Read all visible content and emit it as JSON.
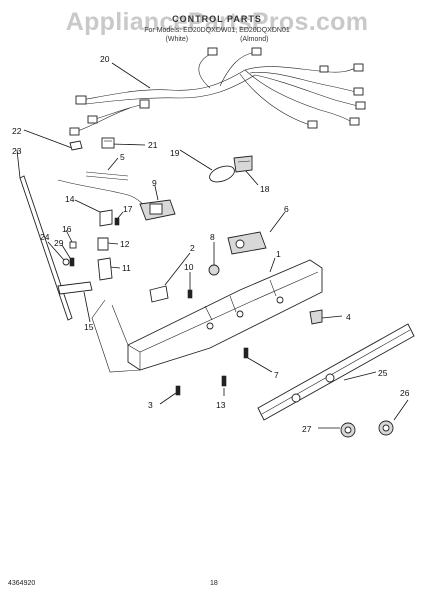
{
  "watermark": "AppliancePartsPros.com",
  "header": {
    "title": "CONTROL PARTS",
    "models": "For Models: ED20DQXDW01, ED20DQXDN01",
    "variant_left": "(White)",
    "variant_right": "(Almond)"
  },
  "callouts": [
    {
      "id": "c20",
      "label": "20"
    },
    {
      "id": "c22",
      "label": "22"
    },
    {
      "id": "c21",
      "label": "21"
    },
    {
      "id": "c23",
      "label": "23"
    },
    {
      "id": "c5",
      "label": "5"
    },
    {
      "id": "c19",
      "label": "19"
    },
    {
      "id": "c18",
      "label": "18"
    },
    {
      "id": "c9",
      "label": "9"
    },
    {
      "id": "c14",
      "label": "14"
    },
    {
      "id": "c17",
      "label": "17"
    },
    {
      "id": "c6",
      "label": "6"
    },
    {
      "id": "c24",
      "label": "24"
    },
    {
      "id": "c29",
      "label": "29"
    },
    {
      "id": "c16",
      "label": "16"
    },
    {
      "id": "c12",
      "label": "12"
    },
    {
      "id": "c8",
      "label": "8"
    },
    {
      "id": "c1",
      "label": "1"
    },
    {
      "id": "c2",
      "label": "2"
    },
    {
      "id": "c10",
      "label": "10"
    },
    {
      "id": "c11",
      "label": "11"
    },
    {
      "id": "c15",
      "label": "15"
    },
    {
      "id": "c4",
      "label": "4"
    },
    {
      "id": "c7",
      "label": "7"
    },
    {
      "id": "c25",
      "label": "25"
    },
    {
      "id": "c3",
      "label": "3"
    },
    {
      "id": "c13",
      "label": "13"
    },
    {
      "id": "c26",
      "label": "26"
    },
    {
      "id": "c27",
      "label": "27"
    }
  ],
  "footer": {
    "doc_number": "4364920",
    "page_number": "18"
  }
}
